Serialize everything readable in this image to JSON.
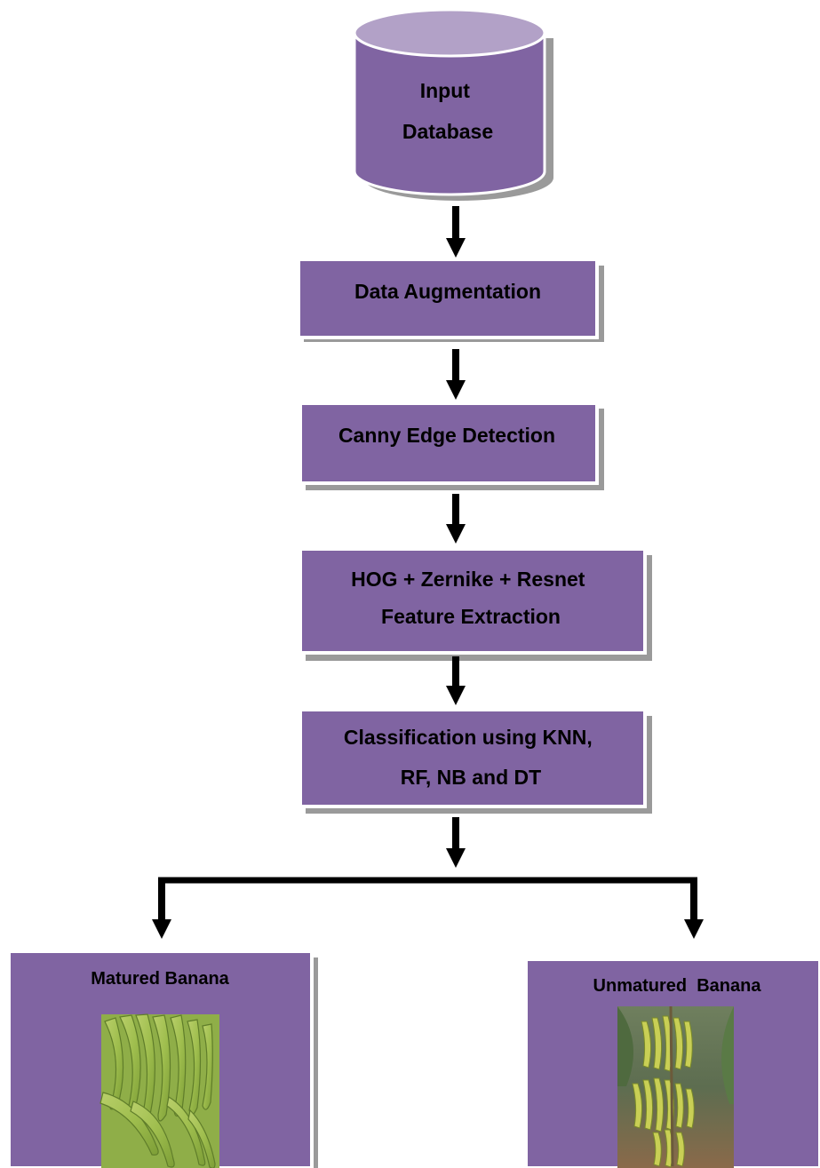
{
  "nodes": {
    "input_database": {
      "lines": [
        "Input",
        "Database"
      ]
    },
    "data_augmentation": {
      "lines": [
        "Data Augmentation"
      ]
    },
    "canny": {
      "lines": [
        "Canny Edge Detection"
      ]
    },
    "features": {
      "lines": [
        "HOG + Zernike + Resnet",
        "Feature Extraction"
      ]
    },
    "classification": {
      "lines": [
        "Classification using KNN,",
        "RF, NB and DT"
      ]
    },
    "matured": {
      "label": "Matured Banana"
    },
    "unmatured": {
      "label": "Unmatured  Banana"
    }
  },
  "colors": {
    "box_fill": "#8064a2",
    "box_border": "#ffffff",
    "shadow": "#9a9a9a",
    "cylinder_top": "#b2a1c7",
    "arrow": "#000000"
  },
  "images": {
    "matured": "photo of green bananas (matured)",
    "unmatured": "photo of banana bunches on plant (unmatured)"
  }
}
